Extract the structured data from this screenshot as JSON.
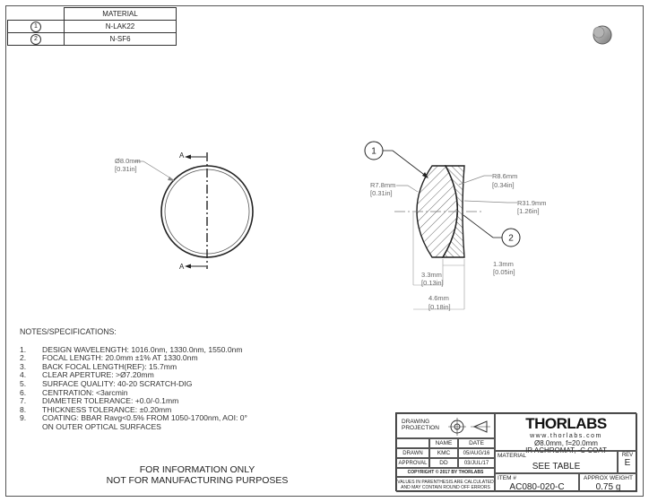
{
  "materials_table": {
    "header": "MATERIAL",
    "rows": [
      {
        "id": "1",
        "material": "N-LAK22"
      },
      {
        "id": "2",
        "material": "N-SF6"
      }
    ]
  },
  "front_view": {
    "diameter_mm": "Ø8.0mm",
    "diameter_in": "[0.31in]",
    "section_label_top": "A",
    "section_label_bottom": "A"
  },
  "section_view": {
    "callout_1": "1",
    "callout_2": "2",
    "r1_mm": "R7.8mm",
    "r1_in": "[0.31in]",
    "r2_mm": "R8.6mm",
    "r2_in": "[0.34in]",
    "r3_mm": "R31.9mm",
    "r3_in": "[1.26in]",
    "t1_mm": "3.3mm",
    "t1_in": "[0.13in]",
    "t2_mm": "1.3mm",
    "t2_in": "[0.05in]",
    "total_mm": "4.6mm",
    "total_in": "[0.18in]"
  },
  "notes": {
    "heading": "NOTES/SPECIFICATIONS:",
    "items": [
      {
        "n": "1.",
        "text": "DESIGN WAVELENGTH: 1016.0nm, 1330.0nm, 1550.0nm"
      },
      {
        "n": "2.",
        "text": "FOCAL LENGTH: 20.0mm ±1% AT 1330.0nm"
      },
      {
        "n": "3.",
        "text": "BACK FOCAL LENGTH(REF): 15.7mm"
      },
      {
        "n": "4.",
        "text": "CLEAR APERTURE: >Ø7.20mm"
      },
      {
        "n": "5.",
        "text": "SURFACE QUALITY: 40-20 SCRATCH-DIG"
      },
      {
        "n": "6.",
        "text": "CENTRATION: <3arcmin"
      },
      {
        "n": "7.",
        "text": "DIAMETER TOLERANCE: +0.0/-0.1mm"
      },
      {
        "n": "8.",
        "text": "THICKNESS TOLERANCE: ±0.20mm"
      },
      {
        "n": "9.",
        "text": "COATING: BBAR Ravg<0.5% FROM 1050-1700nm, AOI: 0°\nON OUTER OPTICAL SURFACES"
      }
    ]
  },
  "info": {
    "line1": "FOR INFORMATION ONLY",
    "line2": "NOT FOR MANUFACTURING PURPOSES"
  },
  "title_block": {
    "drawing_projection": "DRAWING PROJECTION",
    "col_name": "NAME",
    "col_date": "DATE",
    "drawn_label": "DRAWN",
    "drawn_name": "KMC",
    "drawn_date": "05/AUG/16",
    "approval_label": "APPROVAL",
    "approval_name": "DD",
    "approval_date": "03/JUL/17",
    "copyright": "COPYRIGHT © 2017 BY THORLABS",
    "disclaimer": "VALUES IN PARENTHESIS ARE CALCULATED AND MAY CONTAIN ROUND OFF ERRORS",
    "logo": "THORLABS",
    "url": "www.thorlabs.com",
    "desc1": "Ø8.0mm, f=20.0mm",
    "desc2": "IR ACHROMAT, -C COAT",
    "material_label": "MATERIAL",
    "material_value": "SEE TABLE",
    "rev_label": "REV",
    "rev_value": "E",
    "item_label": "ITEM #",
    "item_value": "AC080-020-C",
    "weight_label": "APPROX WEIGHT",
    "weight_value": "0.75 g"
  }
}
